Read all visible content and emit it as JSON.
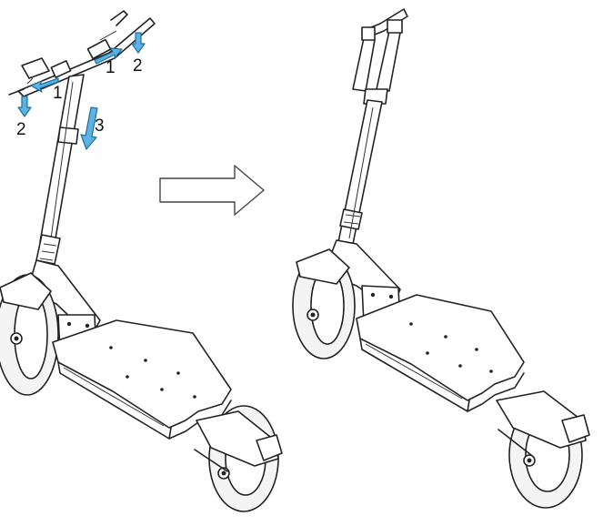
{
  "step_labels": {
    "release_left": "1",
    "release_right": "1",
    "fold_left": "2",
    "fold_right": "2",
    "lower_stem": "3"
  },
  "colors": {
    "arrow_fill": "#5db3e0",
    "arrow_stroke": "#1f6ea3",
    "line_art": "#222222",
    "transition_arrow": "#444444"
  },
  "icons": {
    "transition": "right-arrow-icon"
  }
}
